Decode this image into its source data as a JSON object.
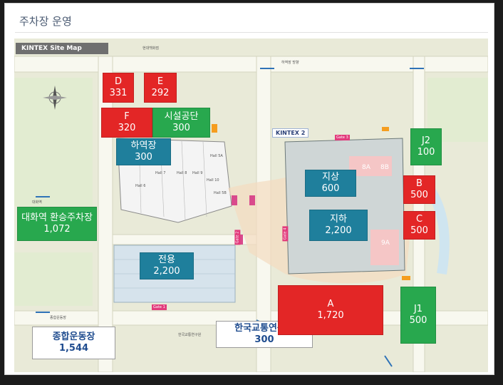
{
  "page": {
    "title": "주차장 운영"
  },
  "map": {
    "header": "KINTEX Site Map",
    "kintex2_label": "KINTEX 2",
    "gate_labels": [
      "Gate 1",
      "Gate 2",
      "Gate 3",
      "Gate 4"
    ],
    "hall_labels": [
      "Hall 6",
      "Hall 7",
      "Hall 8",
      "Hall 9",
      "Hall 10",
      "Hall 5A",
      "Hall 5B",
      "8A",
      "8B",
      "9A"
    ],
    "small_labels": [
      "현대백화점",
      "하역장 방향",
      "대화역",
      "종합운동장",
      "한국교통연구원"
    ],
    "colors": {
      "red": "#e32626",
      "green": "#28a84e",
      "blue": "#1f7f9c",
      "navy": "#1f4c8f"
    }
  },
  "parking": {
    "D": {
      "name": "D",
      "count": "331"
    },
    "E": {
      "name": "E",
      "count": "292"
    },
    "F": {
      "name": "F",
      "count": "320"
    },
    "facility": {
      "name": "시설공단",
      "count": "300"
    },
    "loading": {
      "name": "하역장",
      "count": "300"
    },
    "daehwa": {
      "name": "대화역 환승주차장",
      "count": "1,072"
    },
    "dedicated": {
      "name": "전용",
      "count": "2,200"
    },
    "sports": {
      "name": "종합운동장",
      "count": "1,544"
    },
    "koti": {
      "name": "한국교통연구원",
      "count": "300"
    },
    "A": {
      "name": "A",
      "count": "1,720"
    },
    "ground": {
      "name": "지상",
      "count": "600"
    },
    "underground": {
      "name": "지하",
      "count": "2,200"
    },
    "J2": {
      "name": "J2",
      "count": "100"
    },
    "B": {
      "name": "B",
      "count": "500"
    },
    "C": {
      "name": "C",
      "count": "500"
    },
    "J1": {
      "name": "J1",
      "count": "500"
    }
  }
}
